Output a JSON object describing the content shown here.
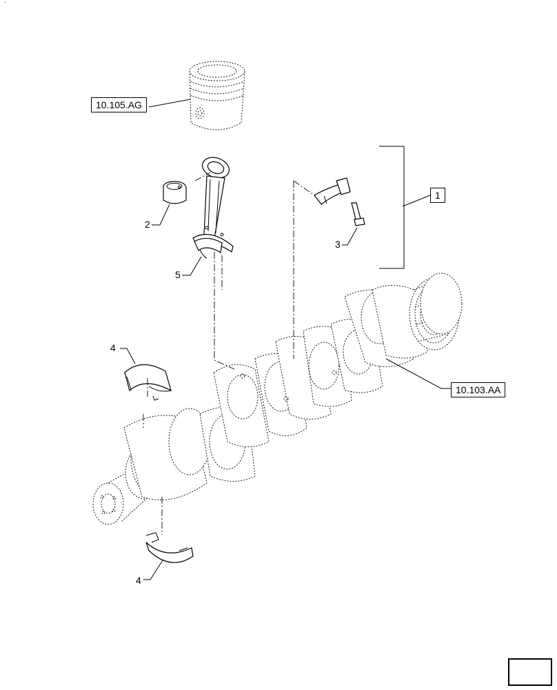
{
  "corner_mark": "`",
  "references": {
    "piston": "10.105.AG",
    "crankshaft": "10.103.AA",
    "bracket_kit": "1"
  },
  "callouts": {
    "bushing": "2",
    "screw": "3",
    "bearing_upper": "4",
    "bearing_lower": "4",
    "rod_bearing": "5"
  },
  "icons": {
    "nav": "next-page-arrow-icon"
  }
}
